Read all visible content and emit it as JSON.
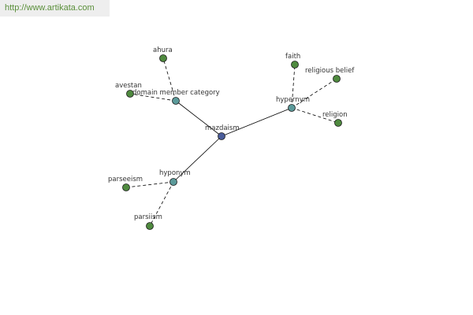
{
  "watermark": "http://www.artikata.com",
  "colors": {
    "root": "#4a5c9a",
    "relation": "#5b9a9a",
    "leaf": "#4f8a3f",
    "stroke": "#1a1a1a",
    "edge": "#000000"
  },
  "graph": {
    "root": {
      "label": "mazdaism"
    },
    "relations": [
      {
        "label": "domain member category",
        "leaves": [
          "ahura",
          "avestan"
        ]
      },
      {
        "label": "hypernym",
        "leaves": [
          "faith",
          "religious belief",
          "religion"
        ]
      },
      {
        "label": "hyponym",
        "leaves": [
          "parseeism",
          "parsiism"
        ]
      }
    ]
  }
}
